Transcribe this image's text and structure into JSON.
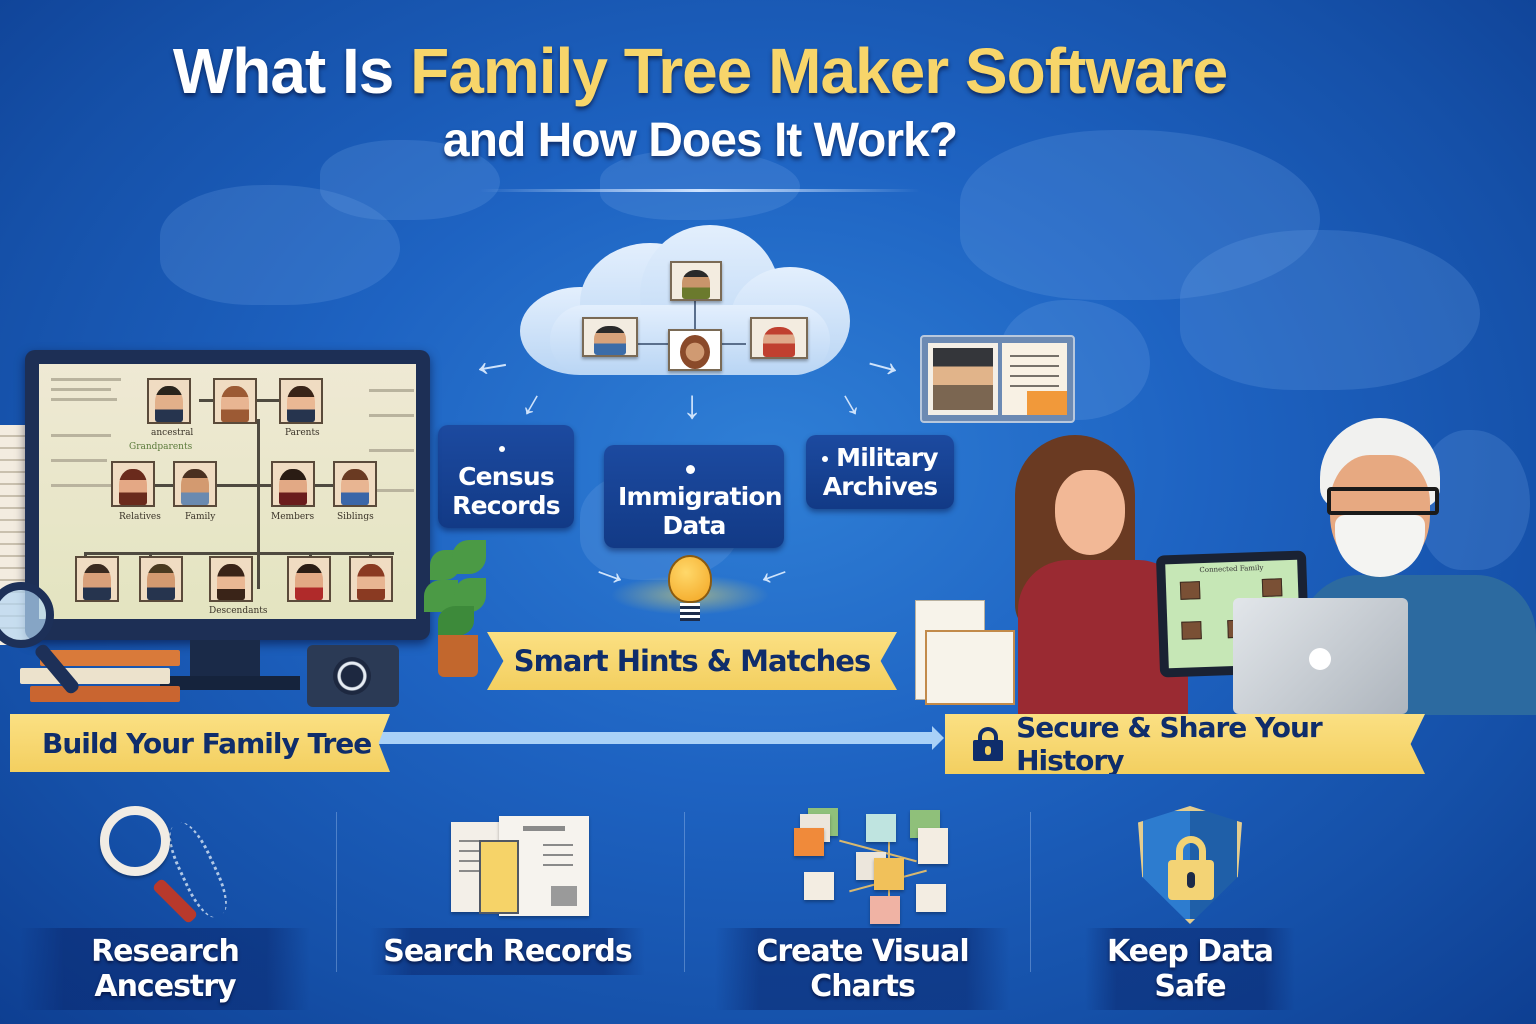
{
  "title": {
    "line1_prefix": "What Is ",
    "line1_accent": "Family Tree Maker Software",
    "line2": "and How Does It Work?"
  },
  "colors": {
    "background": "#1e63c2",
    "title_white": "#ffffff",
    "title_accent": "#f7d56a",
    "banner_yellow": "#f3cf60",
    "banner_text": "#0f2d6b",
    "chip_blue": "#1c4aa0",
    "connector": "#a9d1f7"
  },
  "cloud": {
    "icon": "cloud-icon",
    "photos": [
      "ancestor-photo-top",
      "ancestor-photo-left",
      "ancestor-photo-center",
      "ancestor-photo-right"
    ]
  },
  "record_sources": [
    {
      "label_line1": "Census",
      "label_line2": "Records"
    },
    {
      "label_line1": "Immigration",
      "label_line2": "Data"
    },
    {
      "label_line1": "Military",
      "label_line2": "Archives"
    }
  ],
  "hints": {
    "icon": "lightbulb-icon",
    "label": "Smart Hints & Matches"
  },
  "monitor": {
    "tree_labels": [
      "ancestral",
      "Parents",
      "Grandparents",
      "Relatives",
      "Family",
      "Members",
      "Siblings",
      "Descendants"
    ]
  },
  "banners": {
    "build": "Build Your Family Tree",
    "secure": "Secure & Share Your History",
    "secure_icon": "lock-icon"
  },
  "tablet": {
    "caption": "Connected Family"
  },
  "features": [
    {
      "icon": "magnifier-dna-icon",
      "label": "Research Ancestry"
    },
    {
      "icon": "documents-icon",
      "label": "Search Records"
    },
    {
      "icon": "chart-nodes-icon",
      "label": "Create Visual Charts"
    },
    {
      "icon": "shield-lock-icon",
      "label": "Keep Data Safe"
    }
  ]
}
